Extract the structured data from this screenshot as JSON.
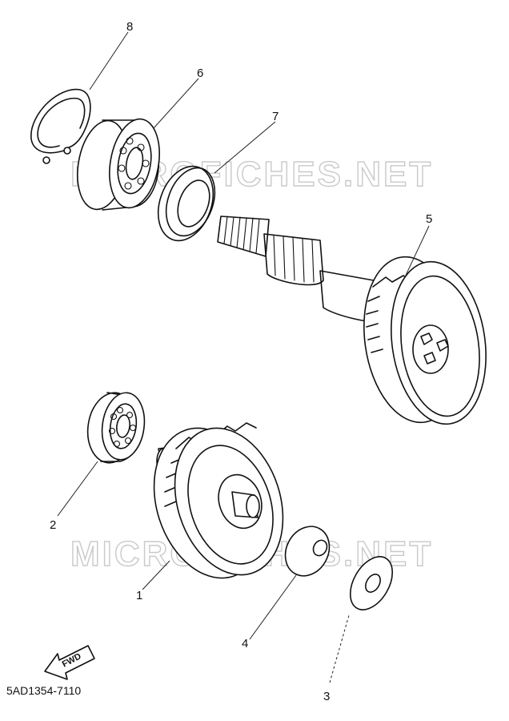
{
  "watermark": "MICROFICHES.NET",
  "part_code": "5AD1354-7110",
  "fwd_label": "FWD",
  "callouts": [
    {
      "id": "1",
      "label": "1"
    },
    {
      "id": "2",
      "label": "2"
    },
    {
      "id": "3",
      "label": "3"
    },
    {
      "id": "4",
      "label": "4"
    },
    {
      "id": "5",
      "label": "5"
    },
    {
      "id": "6",
      "label": "6"
    },
    {
      "id": "7",
      "label": "7"
    },
    {
      "id": "8",
      "label": "8"
    }
  ]
}
